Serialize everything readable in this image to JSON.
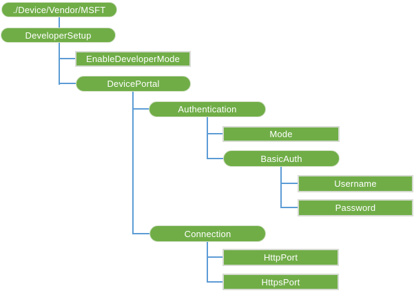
{
  "diagram": {
    "type": "tree",
    "description": "Configuration service provider node hierarchy",
    "colors": {
      "node_fill": "#70AD47",
      "node_text": "#FFFFFF",
      "connector": "#5B9BD5",
      "rect_border": "#D6DBD2",
      "background": "#FFFFFF"
    },
    "nodes": [
      {
        "label": "./Device/Vendor/MSFT",
        "shape": "rounded",
        "parent": null
      },
      {
        "label": "DeveloperSetup",
        "shape": "rounded",
        "parent": "./Device/Vendor/MSFT"
      },
      {
        "label": "EnableDeveloperMode",
        "shape": "rect",
        "parent": "DeveloperSetup"
      },
      {
        "label": "DevicePortal",
        "shape": "rounded",
        "parent": "DeveloperSetup"
      },
      {
        "label": "Authentication",
        "shape": "rounded",
        "parent": "DevicePortal"
      },
      {
        "label": "Mode",
        "shape": "rect",
        "parent": "Authentication"
      },
      {
        "label": "BasicAuth",
        "shape": "rounded",
        "parent": "Authentication"
      },
      {
        "label": "Username",
        "shape": "rect",
        "parent": "BasicAuth"
      },
      {
        "label": "Password",
        "shape": "rect",
        "parent": "BasicAuth"
      },
      {
        "label": "Connection",
        "shape": "rounded",
        "parent": "DevicePortal"
      },
      {
        "label": "HttpPort",
        "shape": "rect",
        "parent": "Connection"
      },
      {
        "label": "HttpsPort",
        "shape": "rect",
        "parent": "Connection"
      }
    ]
  }
}
